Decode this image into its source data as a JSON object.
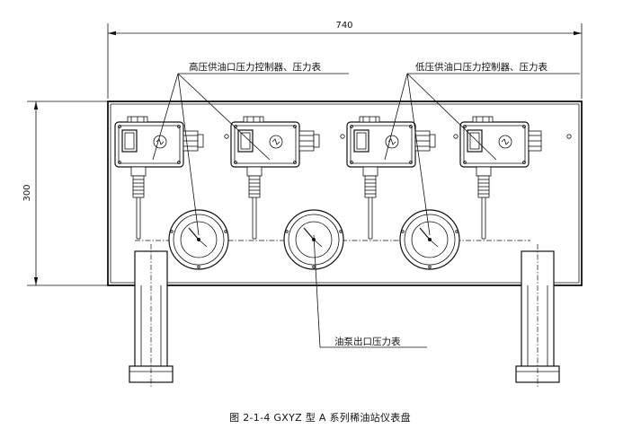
{
  "dimensions": {
    "width": "740",
    "height": "300"
  },
  "labels": {
    "high_pressure": "高压供油口压力控制器、压力表",
    "low_pressure": "低压供油口压力控制器、压力表",
    "pump_outlet": "油泵出口压力表"
  },
  "caption": "图 2-1-4 GXYZ 型 A 系列稀油站仪表盘"
}
